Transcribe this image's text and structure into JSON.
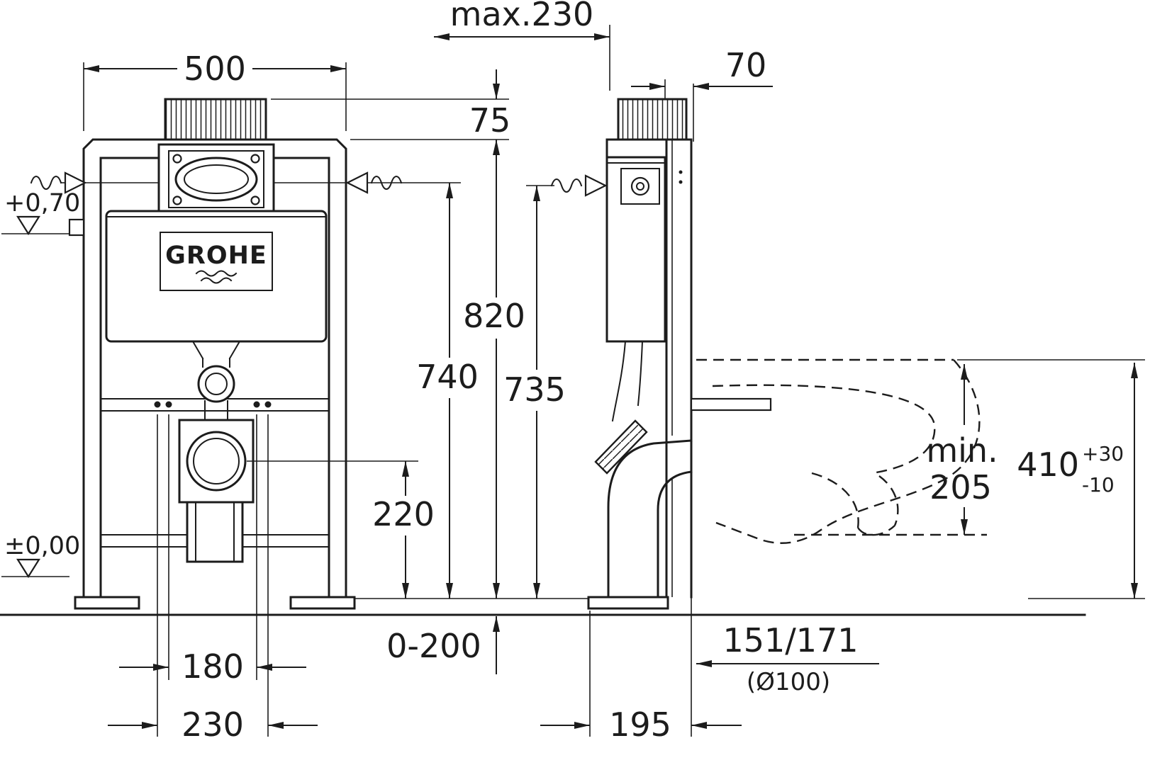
{
  "brand": {
    "logo": "GROHE"
  },
  "front": {
    "width": "500",
    "rod_height": "75",
    "frame_height": "820",
    "inlet_height": "740",
    "outlet_height": "220",
    "bolt_inner": "180",
    "bolt_outer": "230"
  },
  "side": {
    "max_depth": "max.230",
    "top_offset": "70",
    "inlet_height": "735",
    "base_depth": "195",
    "outlet_offset": "151/171",
    "outlet_dia": "(Ø100)"
  },
  "right": {
    "min_prefix": "min.",
    "min_value": "205",
    "bowl_height": "410",
    "tol_plus": "+30",
    "tol_minus": "-10"
  },
  "shared": {
    "floor_range": "0-200"
  },
  "levels": {
    "upper": "+0,70",
    "floor": "±0,00"
  }
}
